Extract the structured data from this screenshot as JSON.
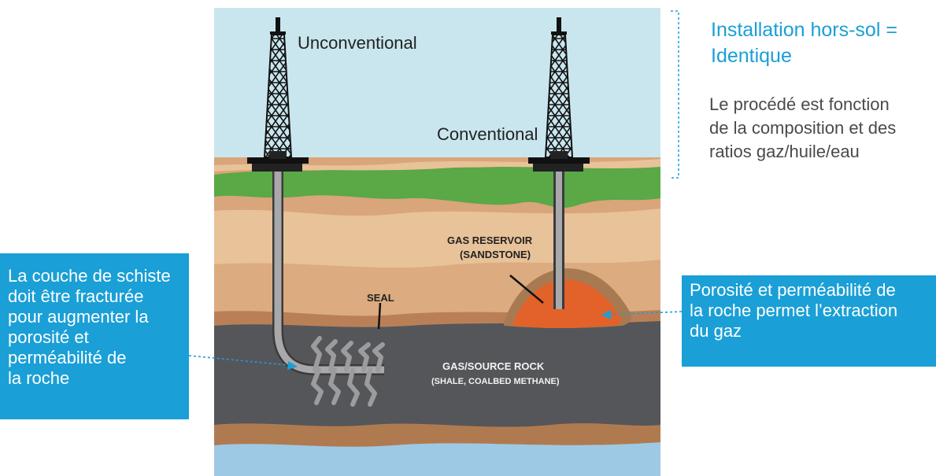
{
  "diagram": {
    "label_unconventional": "Unconventional",
    "label_conventional": "Conventional",
    "label_gas_reservoir": "GAS RESERVOIR",
    "label_sandstone": "(SANDSTONE)",
    "label_seal": "SEAL",
    "label_source_rock": "GAS/SOURCE ROCK",
    "label_shale": "(SHALE, COALBED METHANE)"
  },
  "annotations": {
    "title_line1": "Installation hors-sol =",
    "title_line2": "Identique",
    "note_line1": "Le procédé est fonction",
    "note_line2": "de la composition et des",
    "note_line3": "ratios gaz/huile/eau",
    "left_line1": "La couche de schiste",
    "left_line2": "doit être fracturée",
    "left_line3": "pour augmenter la",
    "left_line4": "porosité et",
    "left_line5": "perméabilité de",
    "left_line6": "la roche",
    "right_line1": "Porosité et perméabilité de",
    "right_line2": "la roche permet l’extraction",
    "right_line3": "du gaz"
  },
  "colors": {
    "sky": "#c9e6ee",
    "grass": "#5aa846",
    "sand_dark": "#d9a57a",
    "sand_light": "#e8c299",
    "shale": "#55565a",
    "reservoir": "#e2622a",
    "water": "#9ec9e4",
    "accent": "#1a9fd6"
  }
}
